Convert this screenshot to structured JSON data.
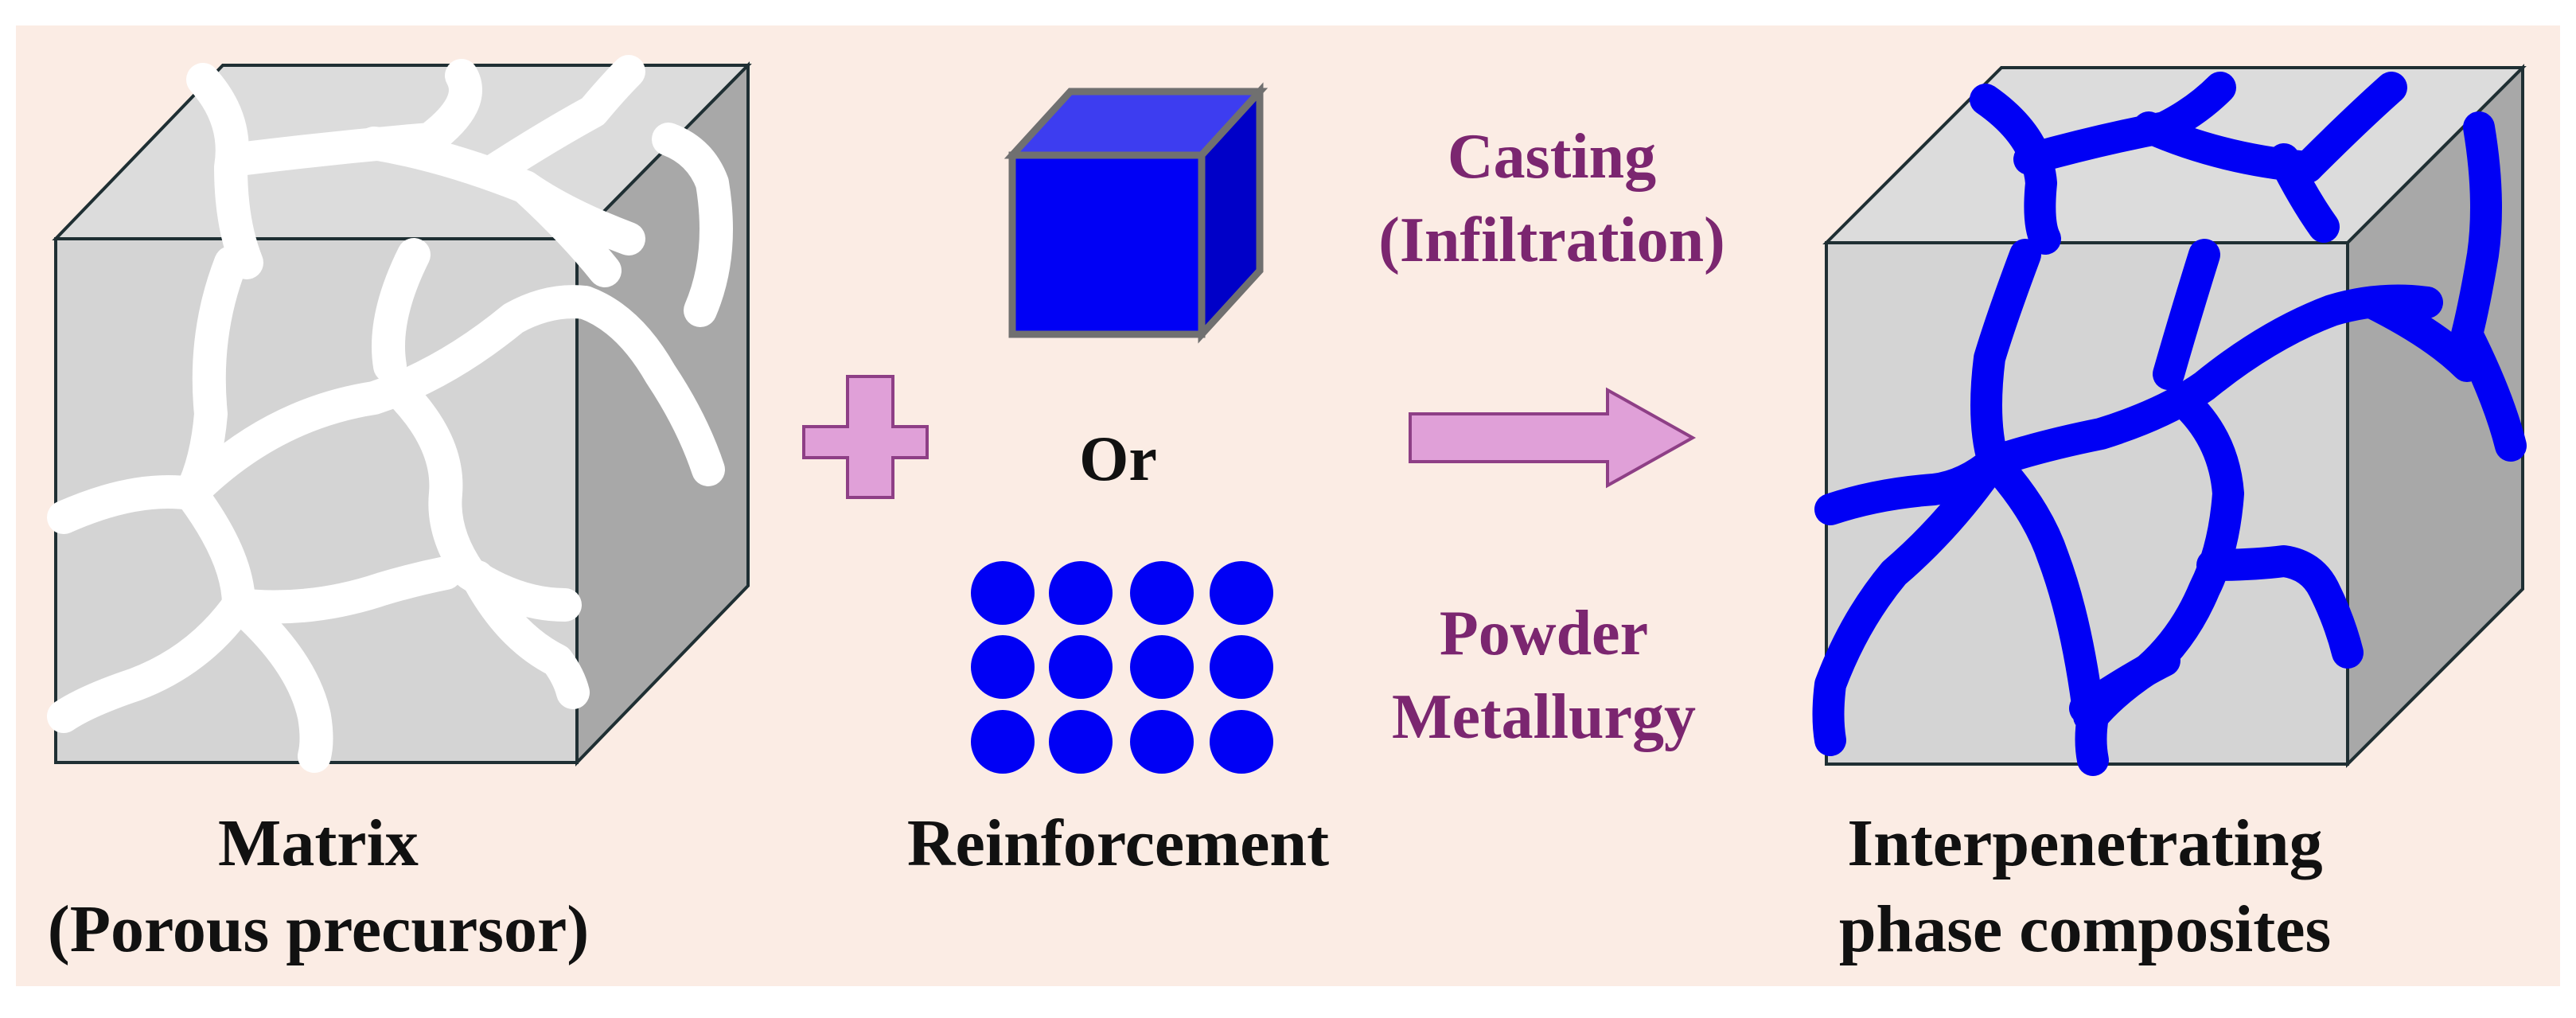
{
  "colors": {
    "background": "#fbece4",
    "frame": "#ffffff",
    "cube_front": "#d4d4d4",
    "cube_top": "#dcdcdc",
    "cube_side": "#a8a8a8",
    "cube_edge": "#1f2f33",
    "pores": "#ffffff",
    "reinforcement_blue": "#0000f5",
    "blue_cube_top": "#3d3df0",
    "blue_cube_side": "#0000c8",
    "blue_cube_edge": "#707070",
    "plus_fill": "#e0a0d8",
    "arrow_fill": "#e0a0d8",
    "shape_outline": "#8e3f86",
    "process_text": "#7b2670",
    "label_text": "#111111"
  },
  "icons": {
    "matrix": "porous-cube-icon",
    "plus": "plus-icon",
    "bulk_reinforcement": "solid-cube-icon",
    "powder_reinforcement": "powder-particles-icon",
    "arrow": "right-arrow-icon",
    "composite": "interpenetrating-cube-icon"
  },
  "labels": {
    "or": "Or",
    "matrix_line1": "Matrix",
    "matrix_line2": "(Porous precursor)",
    "reinforcement": "Reinforcement",
    "casting_line1": "Casting",
    "casting_line2": "(Infiltration)",
    "powder_line1": "Powder",
    "powder_line2": "Metallurgy",
    "composite_line1": "Interpenetrating",
    "composite_line2": "phase composites"
  }
}
